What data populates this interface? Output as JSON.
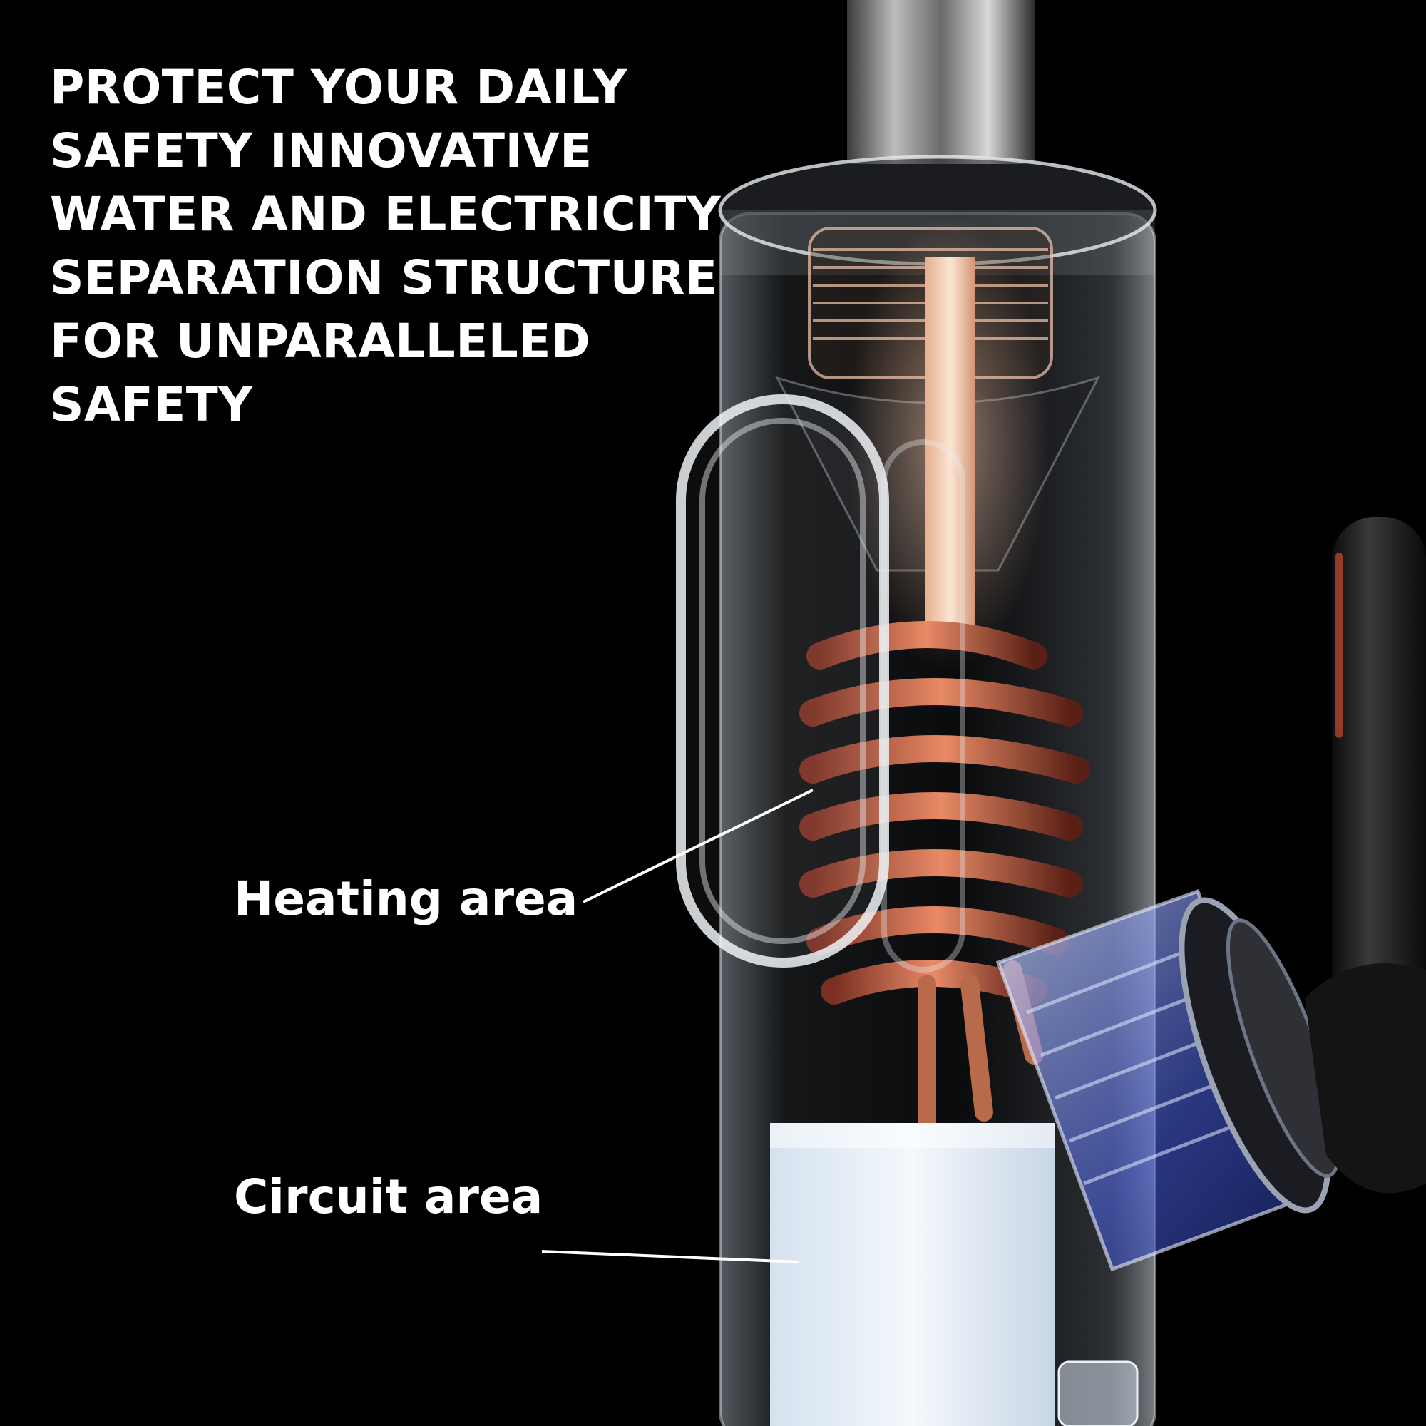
{
  "headline": {
    "lines": [
      "PROTECT YOUR DAILY",
      "SAFETY INNOVATIVE",
      "WATER AND ELECTRICITY",
      "SEPARATION STRUCTURE",
      "FOR UNPARALLELED",
      "SAFETY"
    ]
  },
  "callouts": {
    "heating": "Heating area",
    "circuit": "Circuit area"
  },
  "colors": {
    "background": "#000000",
    "text": "#ffffff",
    "copper": "#c86a48",
    "glass": "#dfe6ee",
    "handle": "#1b1b1b",
    "accent_blue": "#3a5cff"
  }
}
